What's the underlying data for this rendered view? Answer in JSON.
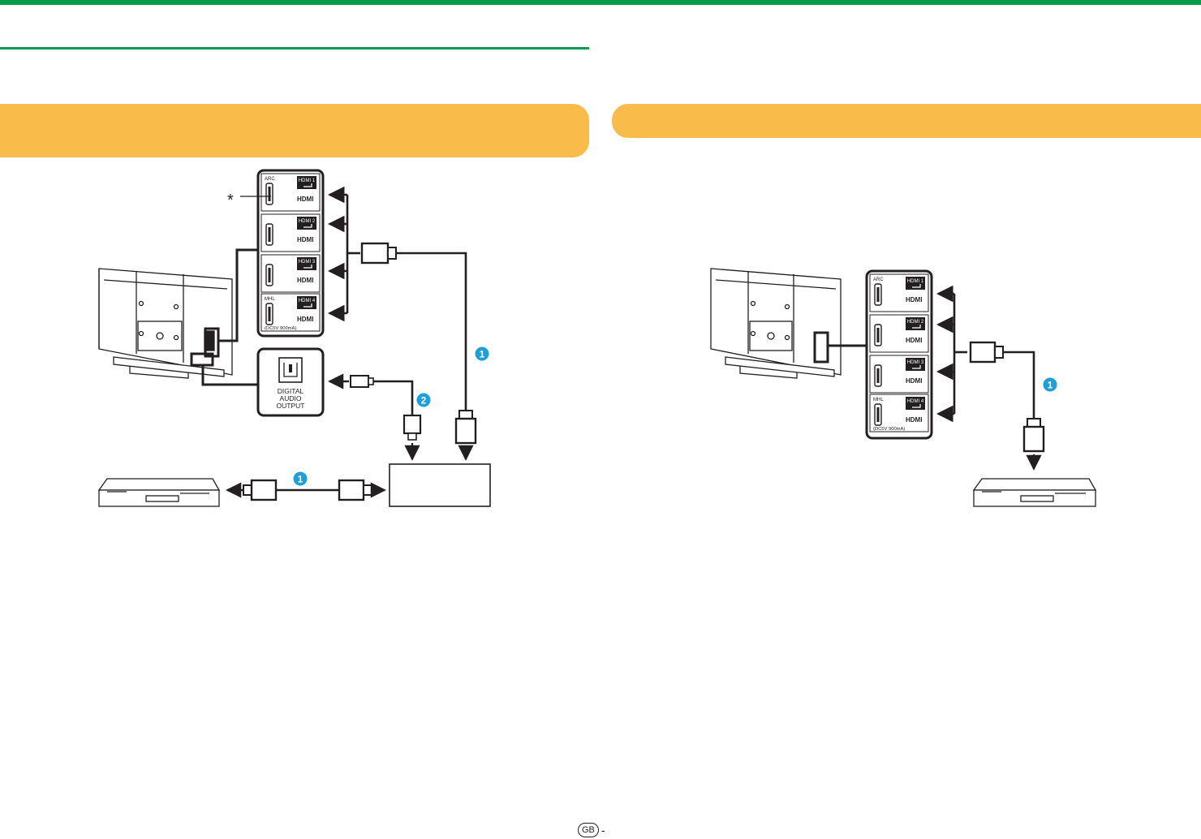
{
  "page": {
    "colors": {
      "accent": "#0a9c4d",
      "banner": "#f9bc4b",
      "callout": "#1e9fd9"
    }
  },
  "left_figure": {
    "asterisk": "*",
    "panel": {
      "ports": [
        {
          "badge": "HDMI 1",
          "tag": "ARC",
          "logo": "HDMI",
          "note": ""
        },
        {
          "badge": "HDMI 2",
          "tag": "",
          "logo": "HDMI",
          "note": ""
        },
        {
          "badge": "HDMI 3",
          "tag": "",
          "logo": "HDMI",
          "note": ""
        },
        {
          "badge": "HDMI 4",
          "tag": "MHL",
          "logo": "HDMI",
          "note": "(DC5V 900mA)"
        }
      ]
    },
    "optical": {
      "line1": "DIGITAL",
      "line2": "AUDIO",
      "line3": "OUTPUT"
    },
    "callouts": {
      "hdmi_cable": "1",
      "optical_cable": "2",
      "player_cable": "1"
    }
  },
  "right_figure": {
    "panel": {
      "ports": [
        {
          "badge": "HDMI 1",
          "tag": "ARC",
          "logo": "HDMI",
          "note": ""
        },
        {
          "badge": "HDMI 2",
          "tag": "",
          "logo": "HDMI",
          "note": ""
        },
        {
          "badge": "HDMI 3",
          "tag": "",
          "logo": "HDMI",
          "note": ""
        },
        {
          "badge": "HDMI 4",
          "tag": "MHL",
          "logo": "HDMI",
          "note": "(DC5V 900mA)"
        }
      ]
    },
    "callouts": {
      "hdmi_cable": "1"
    }
  },
  "footer": {
    "region_badge": "GB",
    "separator": "-"
  }
}
